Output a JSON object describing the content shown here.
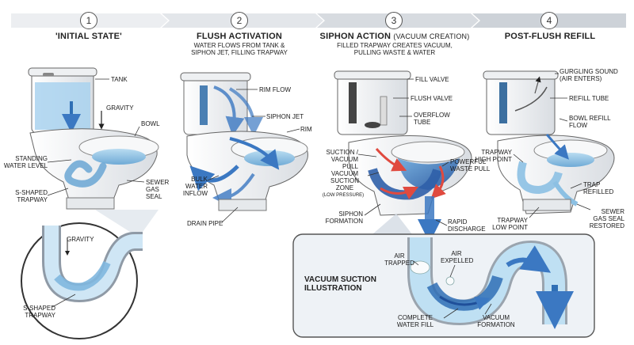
{
  "steps": [
    {
      "num": "1",
      "title": "'INITIAL STATE'",
      "subtitle": ""
    },
    {
      "num": "2",
      "title": "FLUSH ACTIVATION",
      "subtitle": "WATER FLOWS FROM TANK &\nSIPHON JET, FILLING TRAPWAY"
    },
    {
      "num": "3",
      "title": "SIPHON ACTION",
      "title_extra": "(VACUUM CREATION)",
      "subtitle": "FILLED TRAPWAY CREATES VACUUM,\nPULLING WASTE & WATER"
    },
    {
      "num": "4",
      "title": "POST-FLUSH REFILL",
      "subtitle": ""
    }
  ],
  "labels1": {
    "tank": "TANK",
    "gravity": "GRAVITY",
    "bowl": "BOWL",
    "standing": "STANDING\nWATER LEVEL",
    "trapway": "S-SHAPED\nTRAPWAY",
    "sewer": "SEWER\nGAS\nSEAL"
  },
  "inset1": {
    "gravity": "GRAVITY",
    "trapway": "S-SHAPED\nTRAPWAY"
  },
  "labels2": {
    "rim_flow": "RIM FLOW",
    "siphon_jet": "SIPHON JET",
    "rim": "RIM",
    "bulk": "BULK\nWATER\nINFLOW",
    "drain": "DRAIN PIPE"
  },
  "labels3": {
    "fill_valve": "FILL VALVE",
    "flush_valve": "FLUSH VALVE",
    "overflow": "OVERFLOW\nTUBE",
    "suction": "SUCTION /\nVACUUM PULL",
    "vacuum_zone": "VACUUM\nSUCTION\nZONE",
    "low_pressure": "(LOW PRESSURE)",
    "powerful": "POWERFUL\nWASTE PULL",
    "siphon_form": "SIPHON\nFORMATION",
    "rapid": "RAPID\nDISCHARGE"
  },
  "labels4": {
    "gurgling": "GURGLING SOUND\n(AIR ENTERS)",
    "refill_tube": "REFILL TUBE",
    "bowl_refill": "BOWL REFILL\nFLOW",
    "high_point": "TRAPWAY\nHIGH POINT",
    "trap_refilled": "TRAP\nREFILLED",
    "low_point": "TRAPWAY\nLOW POINT",
    "sewer_restored": "SEWER\nGAS SEAL\nRESTORED"
  },
  "inset3": {
    "title": "VACUUM SUCTION\nILLUSTRATION",
    "air_trapped": "AIR\nTRAPPED",
    "air_expelled": "AIR\nEXPELLED",
    "complete_fill": "COMPLETE\nWATER FILL",
    "vacuum_formation": "VACUUM\nFORMATION"
  },
  "colors": {
    "water": "#8fc3e3",
    "water_dark": "#2f6fb5",
    "arrow": "#3b78c2",
    "red": "#e04a3f",
    "porcelain": "#f4f5f6",
    "outline": "#555555"
  }
}
